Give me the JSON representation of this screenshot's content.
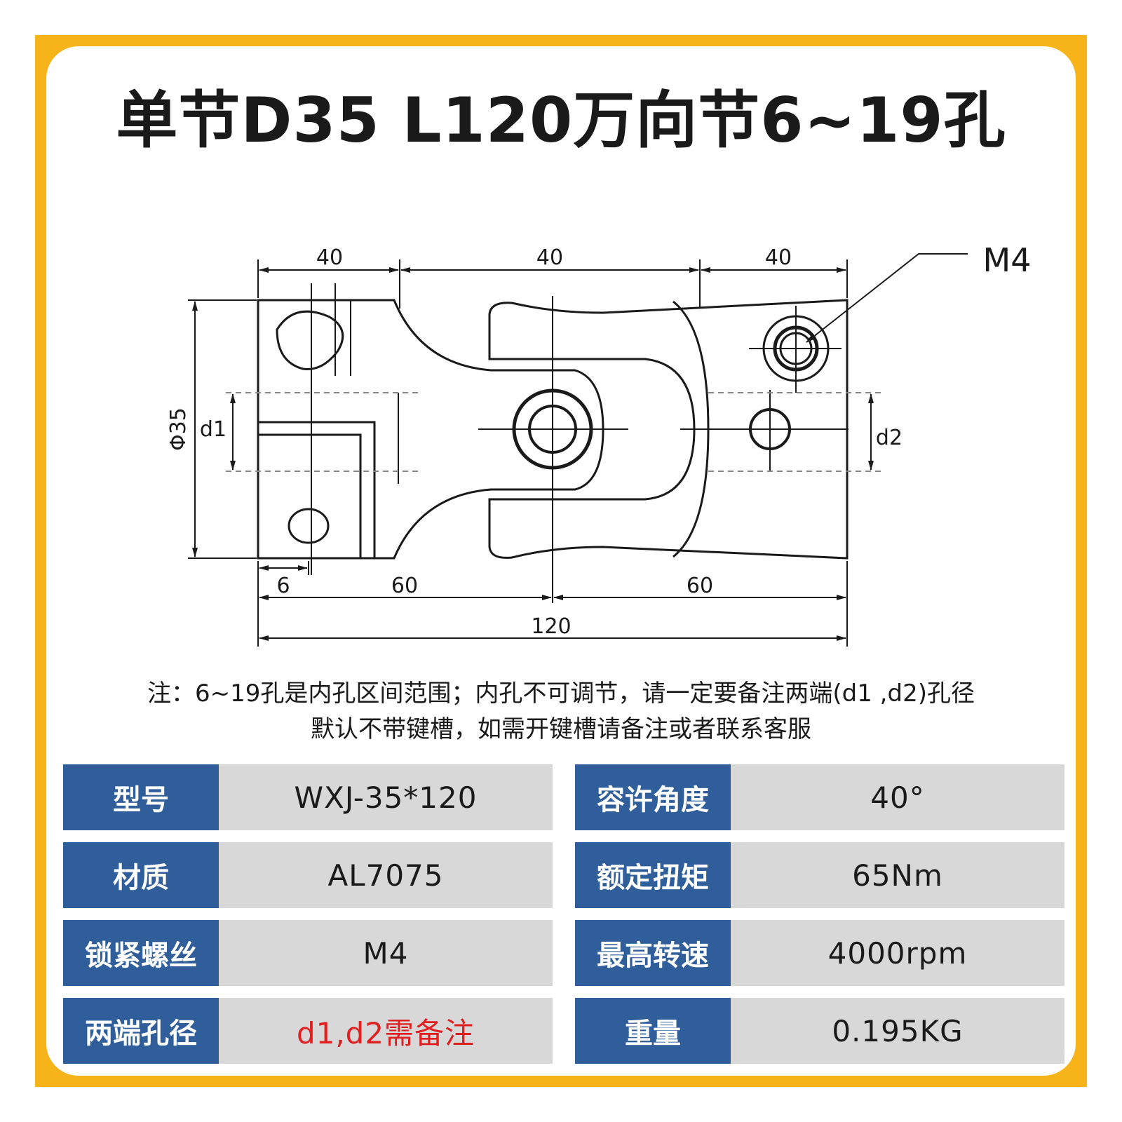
{
  "title": "单节D35 L120万向节6~19孔",
  "drawing": {
    "dimensions": {
      "top_left": "40",
      "top_middle": "40",
      "top_right": "40",
      "diameter": "Φ35",
      "d1": "d1",
      "d2": "d2",
      "bottom_small": "6",
      "bottom_left": "60",
      "bottom_right": "60",
      "total": "120",
      "screw": "M4"
    }
  },
  "notes": {
    "line1": "注：6~19孔是内孔区间范围；内孔不可调节，请一定要备注两端(d1 ,d2)孔径",
    "line2": "默认不带键槽，如需开键槽请备注或者联系客服"
  },
  "specs": {
    "left": [
      {
        "label": "型号",
        "value": "WXJ-35*120"
      },
      {
        "label": "材质",
        "value": "AL7075"
      },
      {
        "label": "锁紧螺丝",
        "value": "M4"
      },
      {
        "label": "两端孔径",
        "value": "d1,d2需备注"
      }
    ],
    "right": [
      {
        "label": "容许角度",
        "value": "40°"
      },
      {
        "label": "额定扭矩",
        "value": "65Nm"
      },
      {
        "label": "最高转速",
        "value": "4000rpm"
      },
      {
        "label": "重量",
        "value": "0.195KG"
      }
    ]
  },
  "colors": {
    "frame": "#f6b41a",
    "header_cell": "#2f5e9b",
    "value_cell": "#d8d8d8",
    "highlight": "#e02020"
  }
}
